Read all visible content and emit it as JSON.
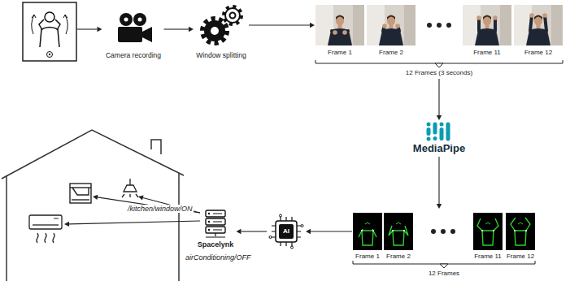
{
  "diagram": {
    "nodes": [
      {
        "text": [
          "Camera recording"
        ]
      },
      {
        "text": [
          "Window splitting"
        ]
      },
      {
        "text": [
          "Frame 1"
        ]
      },
      {
        "text": [
          "Frame 2"
        ]
      },
      {
        "text": [
          "Frame 11"
        ]
      },
      {
        "text": [
          "Frame 12"
        ]
      },
      {
        "text": [
          "MediaPipe"
        ]
      },
      {
        "text": [
          "Frame 1"
        ]
      },
      {
        "text": [
          "Frame 2"
        ]
      },
      {
        "text": [
          "Frame 11"
        ]
      },
      {
        "text": [
          "Frame 12"
        ]
      },
      {
        "text": [
          "AI"
        ]
      },
      {
        "text": [
          "Spacelynk"
        ]
      }
    ],
    "edges": [
      {
        "from": 0,
        "to": 1,
        "arrow": "to"
      },
      {
        "from": 1,
        "to": 2,
        "arrow": "to"
      },
      {
        "from": 7,
        "to": 11,
        "arrow": "to"
      },
      {
        "from": 11,
        "to": 12,
        "arrow": "to"
      }
    ],
    "labels": [
      "12 Frames (3 seconds)",
      "12 Frames",
      "/kitchen/window/ON",
      "airConditioning/OFF"
    ]
  }
}
